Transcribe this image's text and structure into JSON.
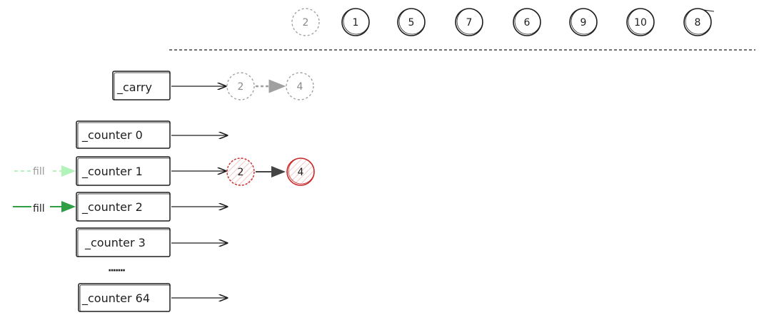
{
  "top_row": {
    "values": [
      "2",
      "1",
      "5",
      "7",
      "6",
      "9",
      "10",
      "8"
    ],
    "first_is_faded": true
  },
  "carry": {
    "label": "_carry",
    "values": [
      "2",
      "4"
    ],
    "faded": true
  },
  "counters": [
    {
      "label": "_counter 0",
      "values": []
    },
    {
      "label": "_counter 1",
      "values": [
        "2",
        "4"
      ],
      "highlight": "red"
    },
    {
      "label": "_counter 2",
      "values": []
    },
    {
      "label": "_counter 3",
      "values": []
    }
  ],
  "ellipsis": "·······",
  "last_counter": {
    "label": "_counter 64"
  },
  "fill_arrows": {
    "faded_label": "fill",
    "active_label": "fill",
    "colors": {
      "active": "#2f9e44",
      "faded": "#b2f2bb"
    }
  },
  "colors": {
    "stroke": "#1e1e1e",
    "grey": "#a0a0a0",
    "red": "#c92a2a",
    "red_fill": "#ffc9c9"
  }
}
